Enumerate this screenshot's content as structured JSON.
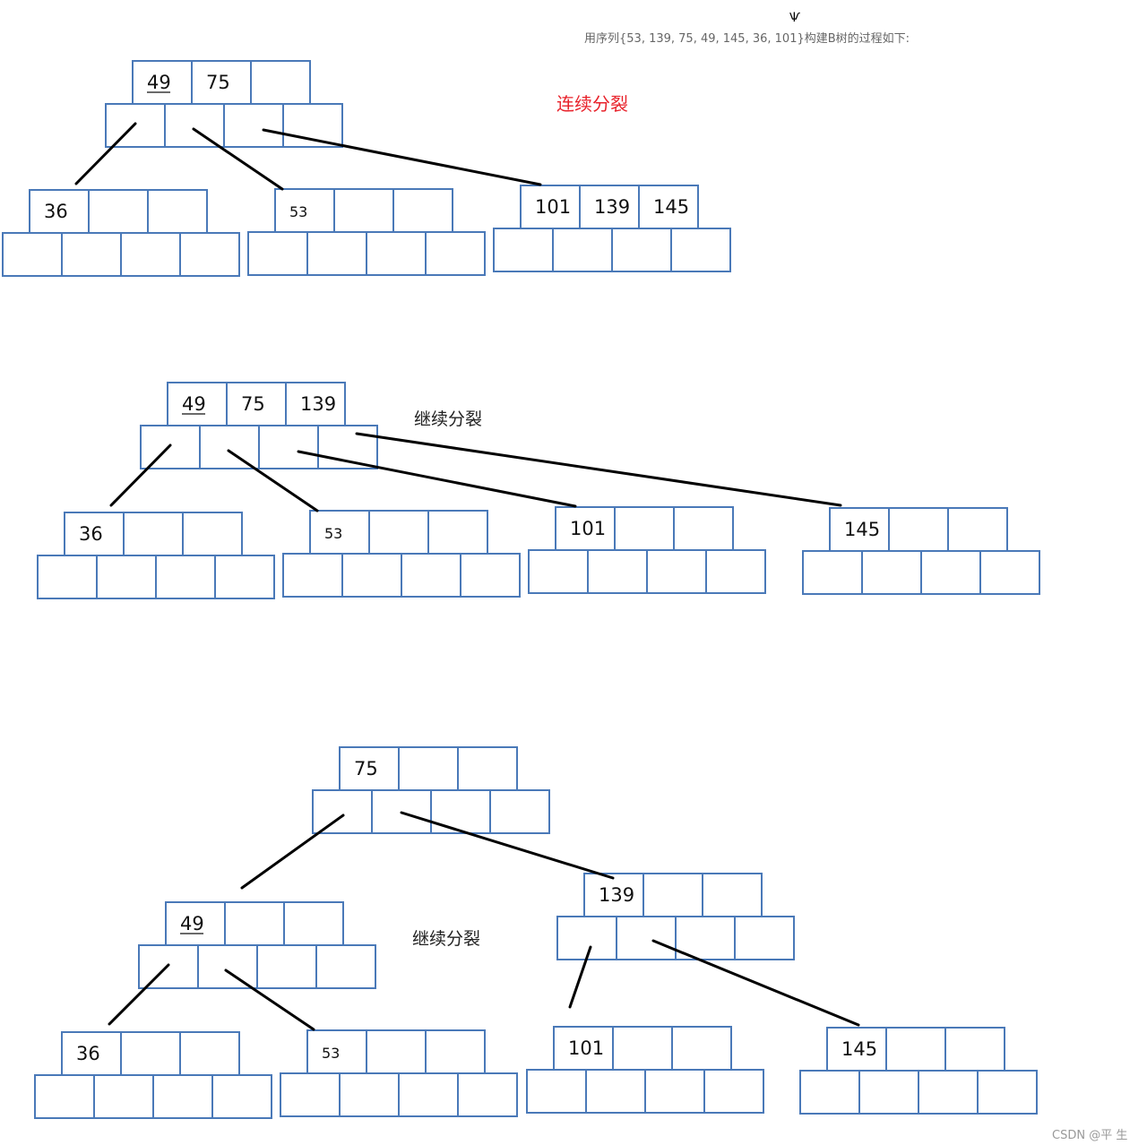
{
  "intro_text": "用序列{53, 139, 75, 49, 145, 36, 101}构建B树的过程如下:",
  "watermark": "CSDN @平  生",
  "cursor_glyph": "Ѱ",
  "colors": {
    "cell_border": "#4a79b8",
    "edge": "#000000",
    "highlight": "#e8212a"
  },
  "stages": [
    {
      "caption": "连续分裂",
      "caption_color": "#e8212a",
      "nodes": [
        {
          "id": "a",
          "keys": [
            "49",
            "75",
            ""
          ],
          "underline": [
            true,
            false,
            false
          ]
        },
        {
          "id": "b",
          "keys": [
            "36",
            "",
            ""
          ]
        },
        {
          "id": "c",
          "keys": [
            "53",
            "",
            ""
          ]
        },
        {
          "id": "d",
          "keys": [
            "101",
            "139",
            "145"
          ]
        }
      ]
    },
    {
      "caption": "继续分裂",
      "caption_color": "#222222",
      "nodes": [
        {
          "id": "a",
          "keys": [
            "49",
            "75",
            "139"
          ],
          "underline": [
            true,
            false,
            false
          ]
        },
        {
          "id": "b",
          "keys": [
            "36",
            "",
            ""
          ]
        },
        {
          "id": "c",
          "keys": [
            "53",
            "",
            ""
          ]
        },
        {
          "id": "d",
          "keys": [
            "101",
            "",
            ""
          ]
        },
        {
          "id": "e",
          "keys": [
            "145",
            "",
            ""
          ]
        }
      ]
    },
    {
      "caption": "继续分裂",
      "caption_color": "#222222",
      "nodes": [
        {
          "id": "a",
          "keys": [
            "75",
            "",
            ""
          ]
        },
        {
          "id": "b",
          "keys": [
            "49",
            "",
            ""
          ],
          "underline": [
            true,
            false,
            false
          ]
        },
        {
          "id": "c",
          "keys": [
            "139",
            "",
            ""
          ]
        },
        {
          "id": "d",
          "keys": [
            "36",
            "",
            ""
          ]
        },
        {
          "id": "e",
          "keys": [
            "53",
            "",
            ""
          ]
        },
        {
          "id": "f",
          "keys": [
            "101",
            "",
            ""
          ]
        },
        {
          "id": "g",
          "keys": [
            "145",
            "",
            ""
          ]
        }
      ]
    }
  ]
}
